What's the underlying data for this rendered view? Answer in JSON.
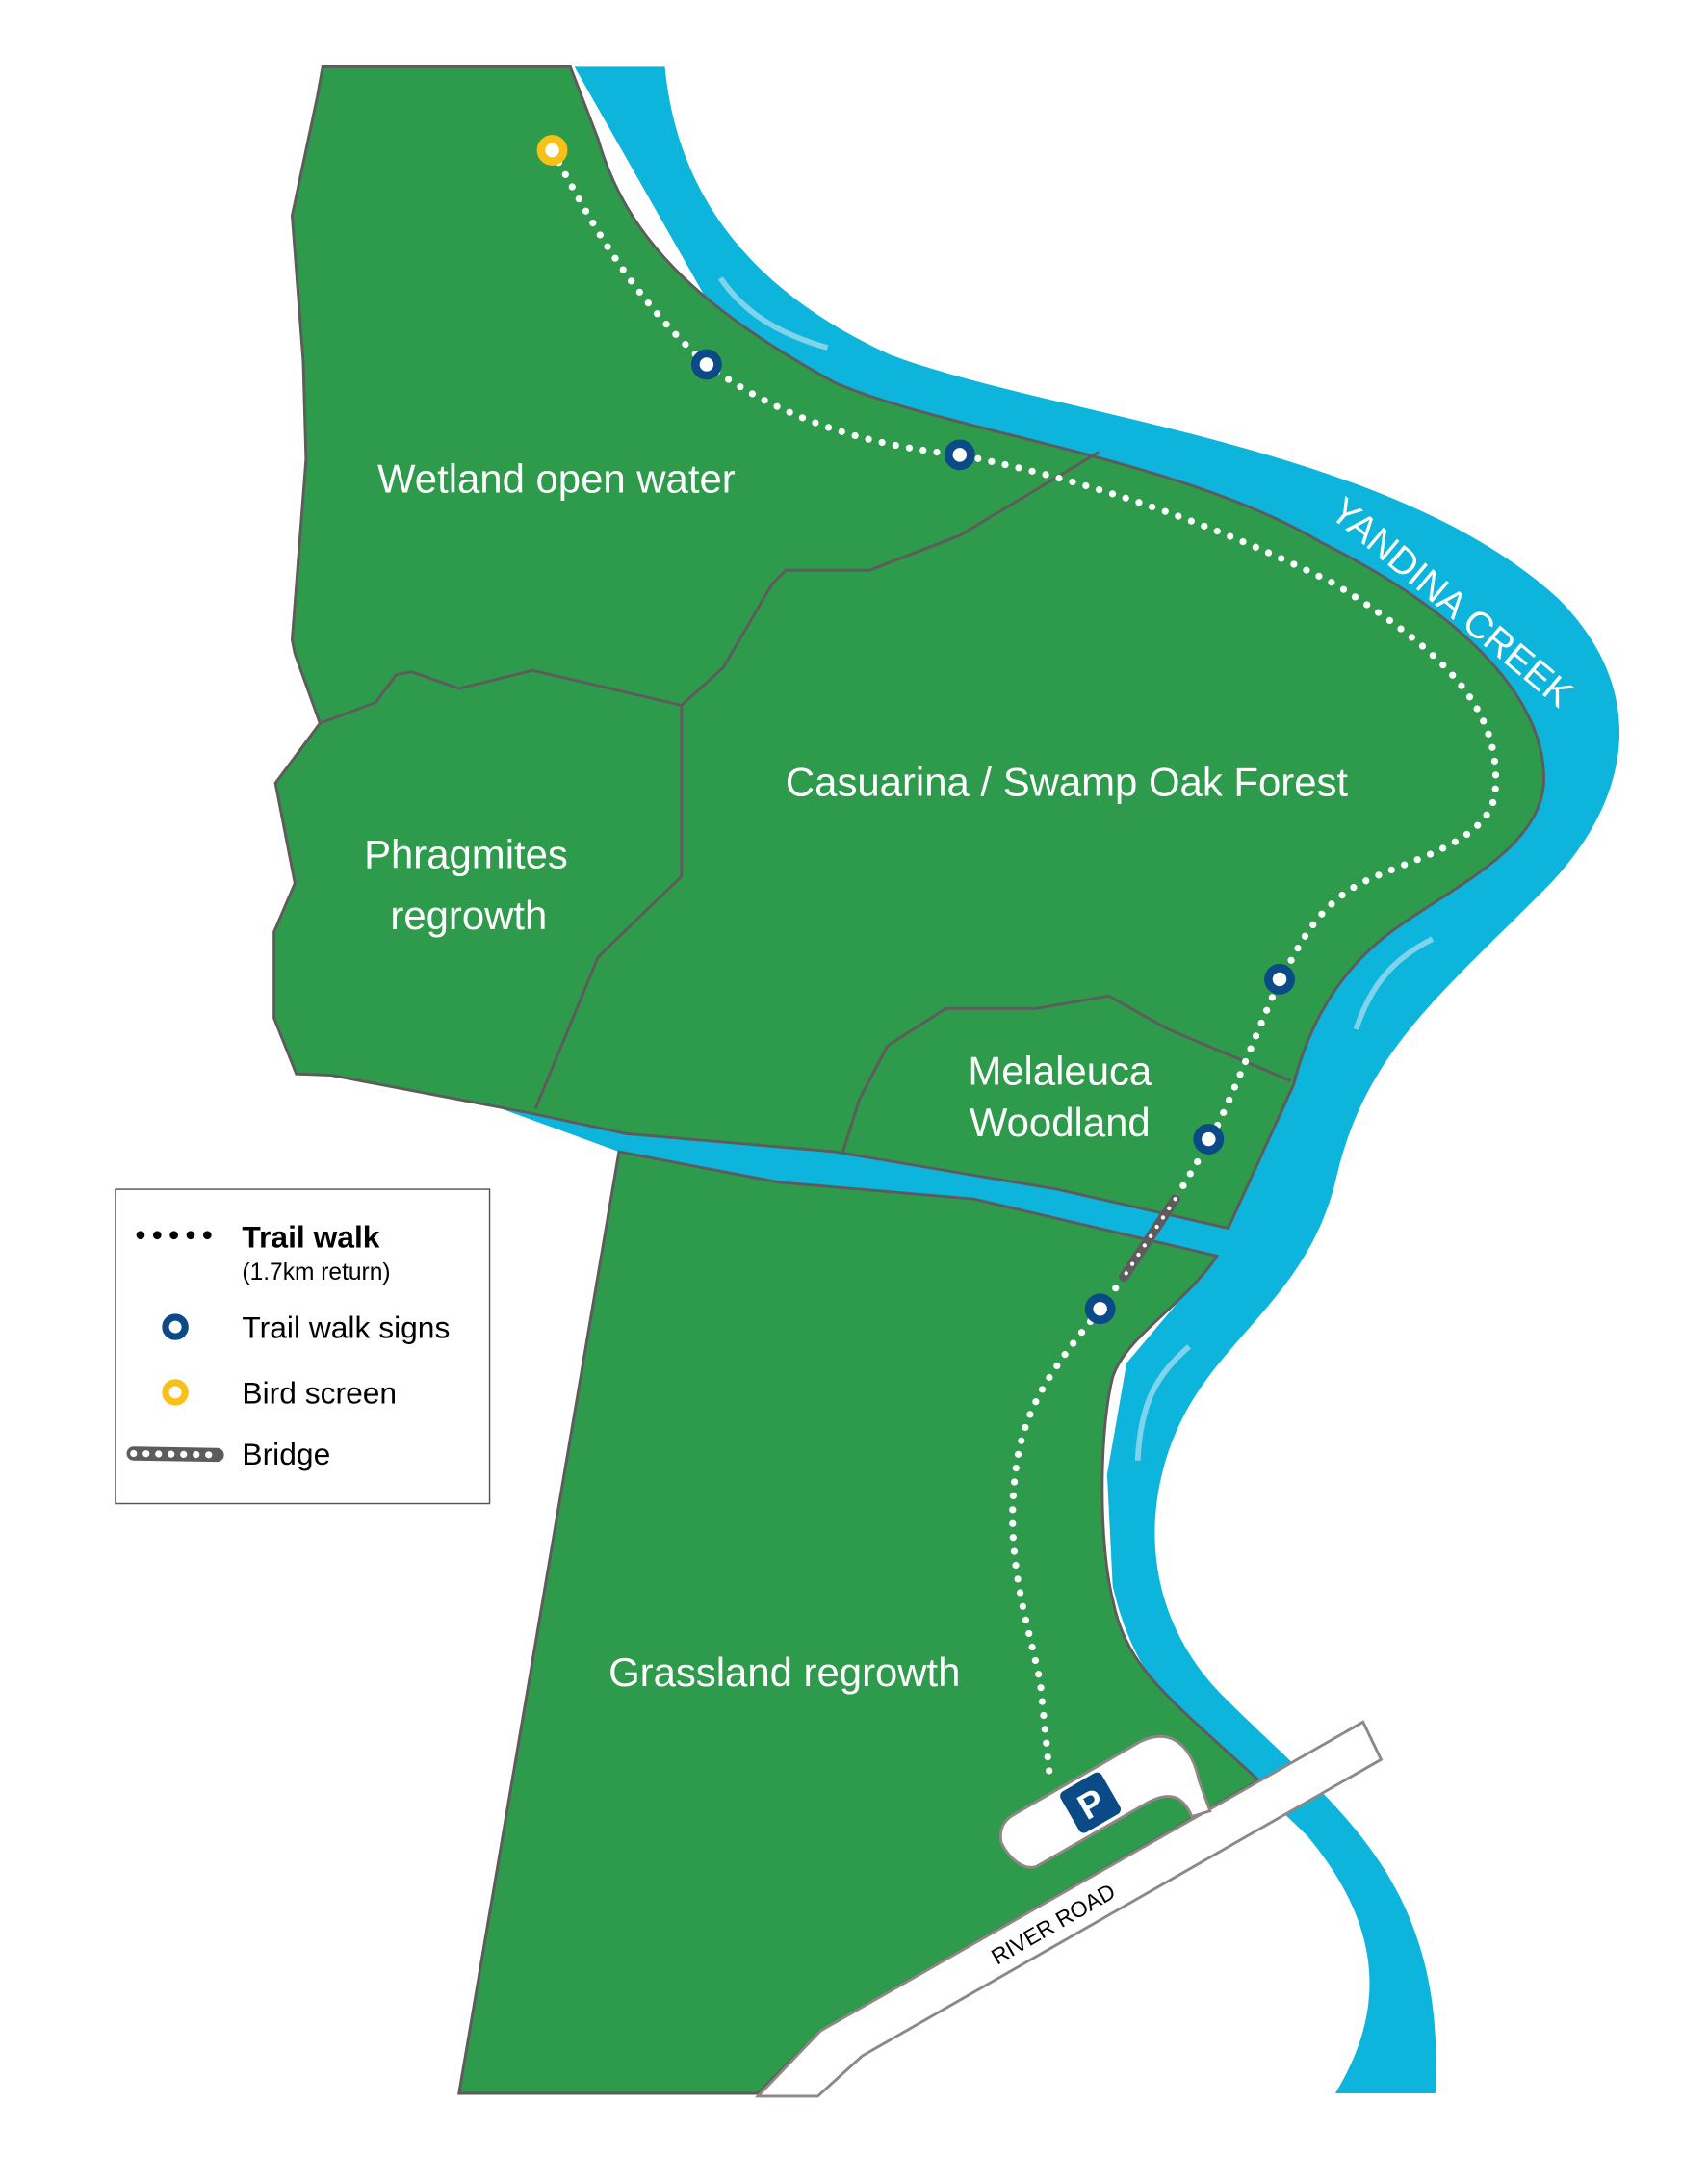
{
  "map": {
    "creek_label": "YANDINA CREEK",
    "road_label": "RIVER ROAD",
    "parking_label": "P",
    "areas": {
      "wetland": "Wetland open water",
      "phragmites_line1": "Phragmites",
      "phragmites_line2": "regrowth",
      "casuarina": "Casuarina / Swamp Oak Forest",
      "melaleuca_line1": "Melaleuca",
      "melaleuca_line2": "Woodland",
      "grassland": "Grassland regrowth"
    }
  },
  "legend": {
    "trail_walk": "Trail walk",
    "trail_walk_note": "(1.7km return)",
    "signs": "Trail walk signs",
    "bird_screen": "Bird screen",
    "bridge": "Bridge"
  },
  "colors": {
    "land": "#2e9a4b",
    "water": "#0db4dc",
    "sign": "#0a4a86",
    "bird": "#f7c11a",
    "boundary": "#5f5a5c"
  }
}
